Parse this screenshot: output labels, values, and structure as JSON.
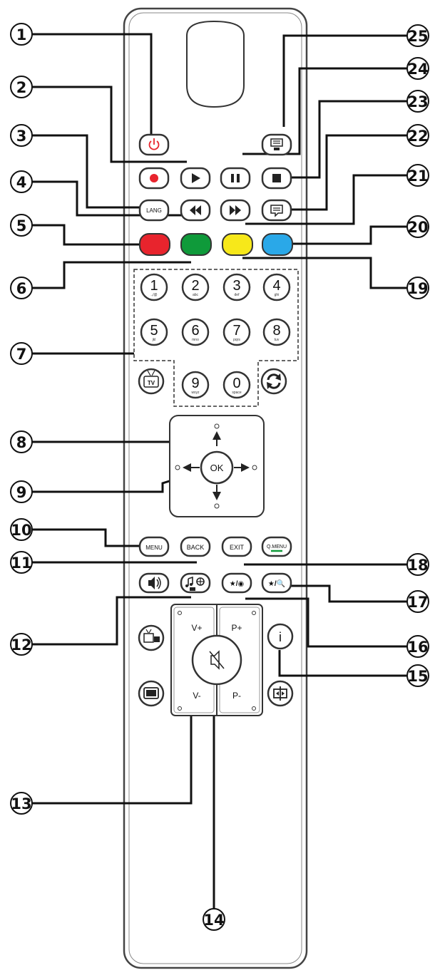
{
  "callouts": [
    "1",
    "2",
    "3",
    "4",
    "5",
    "6",
    "7",
    "8",
    "9",
    "10",
    "11",
    "12",
    "13",
    "14",
    "15",
    "16",
    "17",
    "18",
    "19",
    "20",
    "21",
    "22",
    "23",
    "24",
    "25"
  ],
  "labels": {
    "lang": "LANG",
    "tv": "TV",
    "ok": "OK",
    "menu": "MENU",
    "back": "BACK",
    "exit": "EXIT",
    "qmenu": "Q.MENU",
    "v_plus": "V+",
    "v_minus": "V-",
    "p_plus": "P+",
    "p_minus": "P-",
    "info": "i",
    "fav_a": "★/◉",
    "fav_b": "★/🔍"
  },
  "numpad": [
    {
      "digit": "1",
      "sub": ".,/@"
    },
    {
      "digit": "2",
      "sub": "abc"
    },
    {
      "digit": "3",
      "sub": "def"
    },
    {
      "digit": "4",
      "sub": "ghi"
    },
    {
      "digit": "5",
      "sub": "jkl"
    },
    {
      "digit": "6",
      "sub": "mno"
    },
    {
      "digit": "7",
      "sub": "pqrs"
    },
    {
      "digit": "8",
      "sub": "tuv"
    },
    {
      "digit": "9",
      "sub": "wxyz"
    },
    {
      "digit": "0",
      "sub": "space"
    }
  ],
  "colors": {
    "red": "#e8242d",
    "green": "#0f9a3a",
    "yellow": "#f7e81a",
    "blue": "#2aa8e8",
    "outline": "#333333",
    "body_outline": "#444444",
    "record": "#e8242d",
    "power": "#e8242d"
  },
  "icons": {
    "power": "power-icon",
    "play": "play-icon",
    "pause": "pause-icon",
    "stop": "stop-icon",
    "record": "record-icon",
    "rewind": "rewind-icon",
    "fast_forward": "fast-forward-icon",
    "subtitle": "subtitle-icon",
    "teletext": "teletext-icon",
    "swap": "swap-icon",
    "mute": "mute-icon",
    "audio": "audio-icon",
    "media": "media-icon",
    "source": "source-icon",
    "screen": "screen-icon",
    "picture": "picture-icon"
  }
}
